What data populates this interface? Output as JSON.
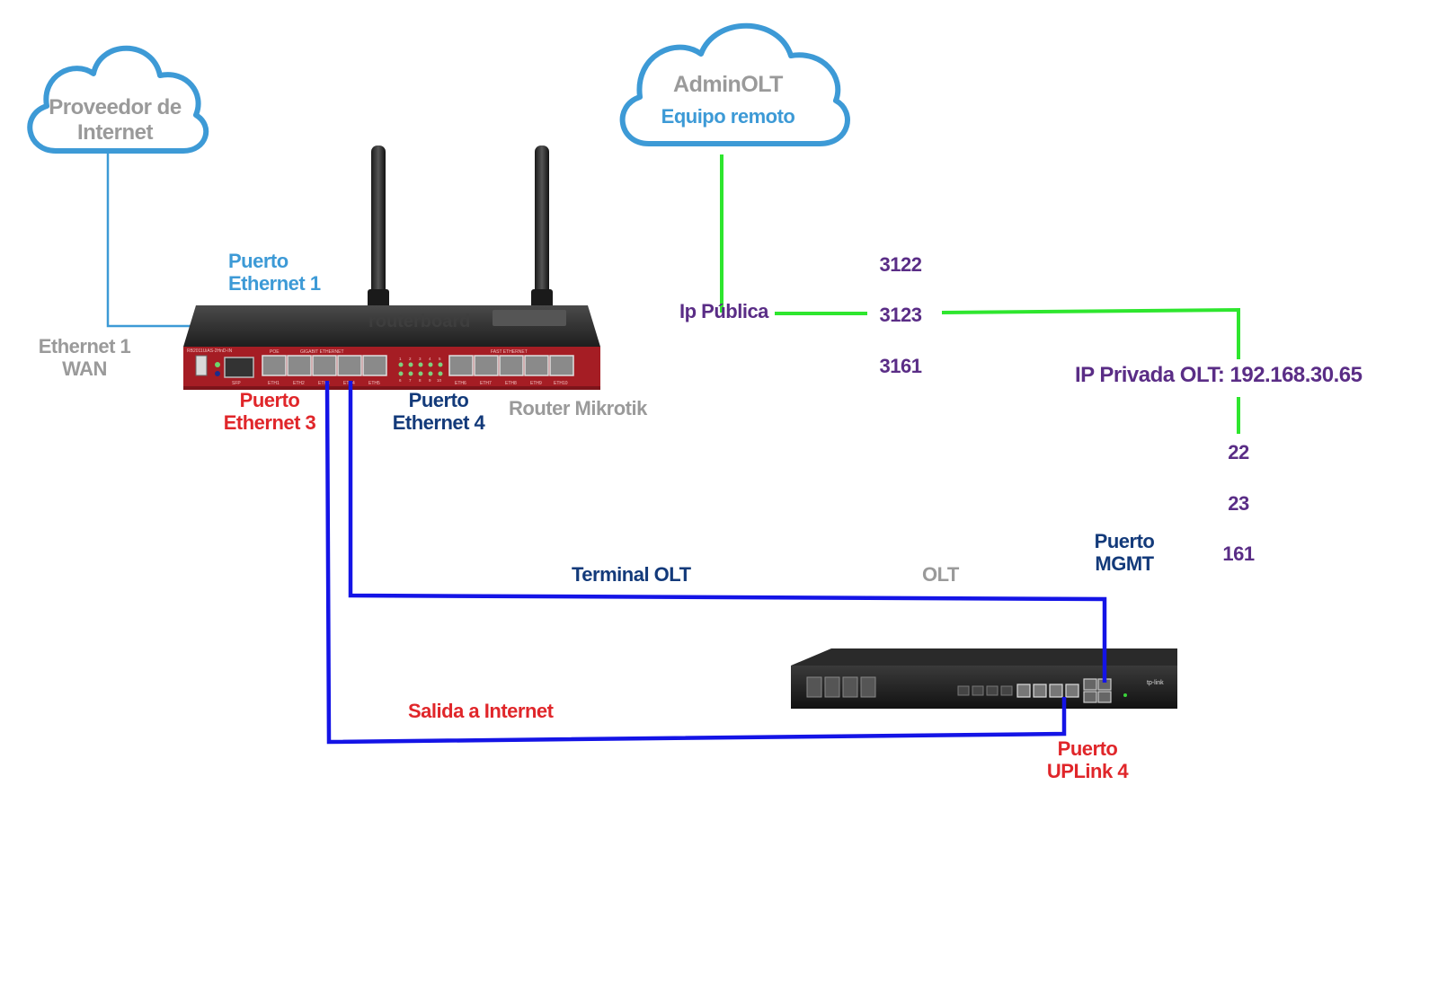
{
  "colors": {
    "wan_line": "#3d9ad6",
    "green_line": "#2ee62e",
    "blue_line": "#1414e6",
    "router_body": "#a51d24",
    "router_top": "#2c2c2c",
    "olt_body": "#1c1c1c",
    "cloud_stroke": "#3d9ad6"
  },
  "clouds": {
    "isp": {
      "line1": "Proveedor de",
      "line2": "Internet",
      "icon": "cloud-icon"
    },
    "admin": {
      "title": "AdminOLT",
      "subtitle": "Equipo remoto",
      "icon": "cloud-icon"
    }
  },
  "router": {
    "name": "Router Mikrotik",
    "icon": "router-icon",
    "model_text": "RB2011UiAS-2HnD-IN",
    "brand_text": "routerboard",
    "section_poe": "POE",
    "section_gigabit": "GIGABIT ETHERNET",
    "section_fast": "FAST ETHERNET",
    "sfp_label": "SFP",
    "port_labels": [
      "ETH1",
      "ETH2",
      "ETH3",
      "ETH4",
      "ETH5",
      "ETH6",
      "ETH7",
      "ETH8",
      "ETH9",
      "ETH10"
    ],
    "led_numbers_top": [
      "1",
      "2",
      "3",
      "4",
      "5"
    ],
    "led_numbers_bottom": [
      "6",
      "7",
      "8",
      "9",
      "10"
    ]
  },
  "labels": {
    "port_eth1": {
      "line1": "Puerto",
      "line2": "Ethernet 1"
    },
    "wan": {
      "line1": "Ethernet 1",
      "line2": "WAN"
    },
    "port_eth3": {
      "line1": "Puerto",
      "line2": "Ethernet 3"
    },
    "port_eth4": {
      "line1": "Puerto",
      "line2": "Ethernet 4"
    },
    "ip_publica": "Ip Pública",
    "ip_privada": "IP Privada OLT: 192.168.30.65",
    "terminal_olt": "Terminal OLT",
    "olt": "OLT",
    "port_mgmt": {
      "line1": "Puerto",
      "line2": "MGMT"
    },
    "salida_internet": "Salida a Internet",
    "port_uplink": {
      "line1": "Puerto",
      "line2": "UPLink 4"
    }
  },
  "public_ports": [
    "3122",
    "3123",
    "3161"
  ],
  "private_ports": [
    "22",
    "23",
    "161"
  ],
  "olt": {
    "icon": "olt-device-icon",
    "brand_text": "tp-link"
  }
}
